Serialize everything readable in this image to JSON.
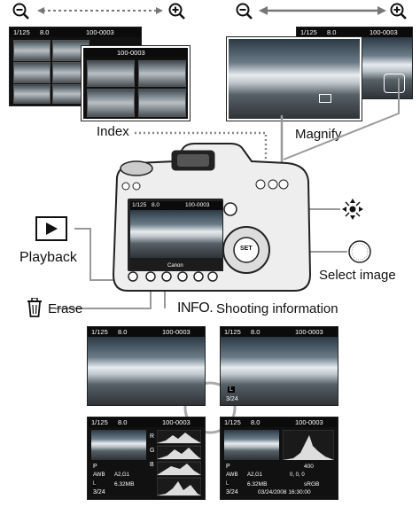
{
  "labels": {
    "index": "Index",
    "magnify": "Magnify",
    "playback": "Playback",
    "select_image": "Select image",
    "erase": "Erase",
    "info_badge": "INFO.",
    "shooting_information": "Shooting information"
  },
  "screen_header": {
    "shutter": "1/125",
    "aperture": "8.0",
    "file": "100-0003"
  },
  "camera": {
    "brand": "Canon",
    "set_button": "SET"
  },
  "info_screens": {
    "counter": "3/24",
    "quality": "L",
    "size": "6.32MB",
    "mode": "P",
    "wb": "AWB",
    "picture_style": "A2,G1",
    "iso": "400",
    "color_space": "sRGB",
    "style_values": "0, 0, 0",
    "datetime": "03/24/2008 16:30:00",
    "hist_r": "R",
    "hist_g": "G",
    "hist_b": "B"
  },
  "icons": [
    "zoom-out-icon",
    "zoom-in-icon",
    "playback-icon",
    "erase-icon",
    "dial-icon",
    "multi-controller-icon"
  ]
}
